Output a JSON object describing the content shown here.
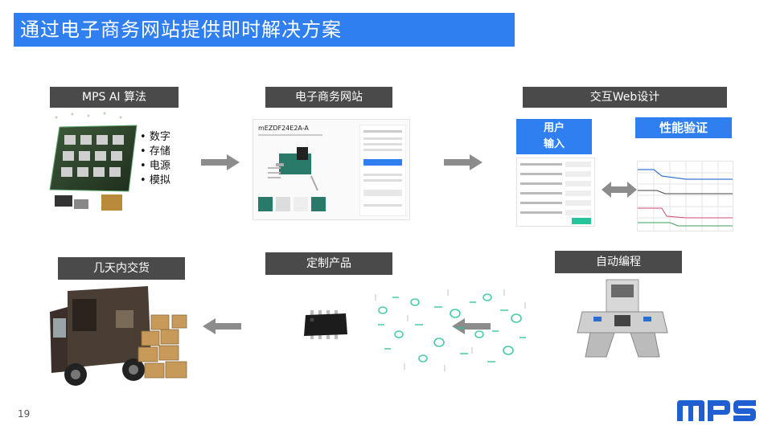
{
  "slide": {
    "title": "通过电子商务网站提供即时解决方案",
    "page_number": "19"
  },
  "labels": {
    "algorithm": "MPS AI 算法",
    "website": "电子商务网站",
    "web_design": "交互Web设计",
    "user_input": "用户\n输入",
    "performance": "性能验证",
    "delivery": "几天内交货",
    "custom": "定制产品",
    "programming": "自动编程"
  },
  "bullets": [
    "数字",
    "存储",
    "电源",
    "模拟"
  ],
  "website_mock": {
    "part_number": "mEZDF24E2A-A"
  },
  "colors": {
    "title_bg": "#2f7ff0",
    "label_dark": "#4a4a4a",
    "logo_blue": "#1f5fd1",
    "arrow_gray": "#8c8c8c",
    "highlight_green": "#26c49a"
  },
  "logo": {
    "text": "MPS"
  }
}
